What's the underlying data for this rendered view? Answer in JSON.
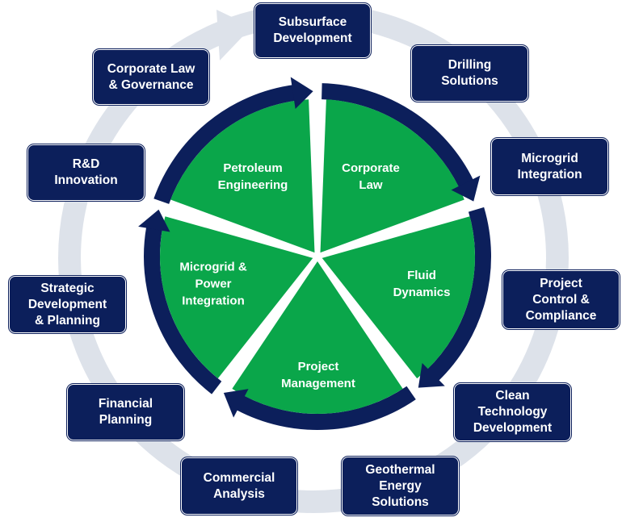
{
  "colors": {
    "navy": "#0c1f5b",
    "green": "#0aa64a",
    "ring": "#dde2ea",
    "white": "#ffffff"
  },
  "core": [
    "Petroleum\nEngineering",
    "Corporate\nLaw",
    "Fluid\nDynamics",
    "Project\nManagement",
    "Microgrid &\nPower\nIntegration"
  ],
  "outer": [
    "Subsurface\nDevelopment",
    "Drilling\nSolutions",
    "Microgrid\nIntegration",
    "Project\nControl &\nCompliance",
    "Clean\nTechnology\nDevelopment",
    "Geothermal\nEnergy\nSolutions",
    "Commercial\nAnalysis",
    "Financial\nPlanning",
    "Strategic\nDevelopment\n& Planning",
    "R&D\nInnovation",
    "Corporate Law\n& Governance"
  ]
}
